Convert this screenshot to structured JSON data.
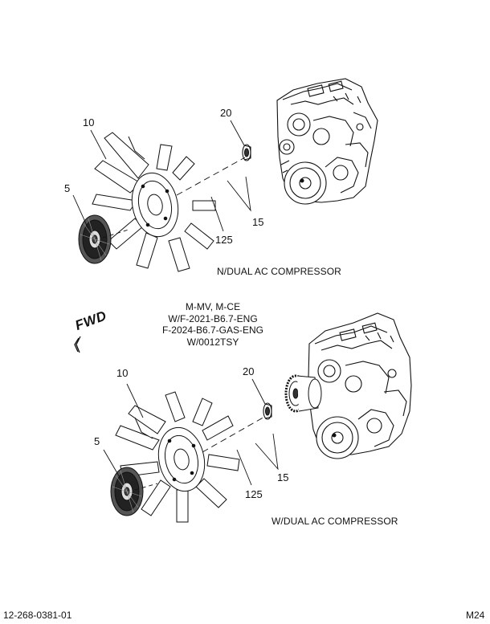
{
  "top_assembly": {
    "callouts": {
      "fan": "10",
      "fan_clutch": "5",
      "pulley": "20",
      "bolts": "15",
      "fastener": "125"
    },
    "caption": "N/DUAL AC COMPRESSOR"
  },
  "center_note": {
    "lines": [
      "M-MV, M-CE",
      "W/F-2021-B6.7-ENG",
      "F-2024-B6.7-GAS-ENG",
      "W/0012TSY"
    ]
  },
  "direction_label": "FWD",
  "bottom_assembly": {
    "callouts": {
      "fan": "10",
      "fan_clutch": "5",
      "pulley": "20",
      "bolts": "15",
      "fastener": "125"
    },
    "caption": "W/DUAL AC COMPRESSOR"
  },
  "footer": {
    "doc_number": "12-268-0381-01",
    "page_code": "M24"
  }
}
